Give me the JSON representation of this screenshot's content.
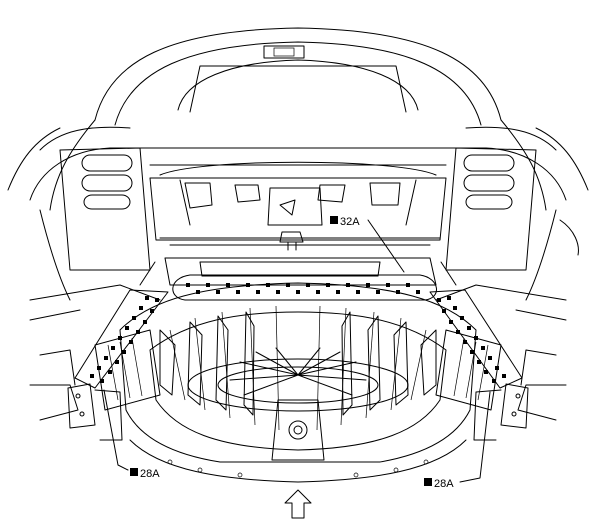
{
  "callouts": [
    {
      "id": "top",
      "label": "32A"
    },
    {
      "id": "left",
      "label": "28A"
    },
    {
      "id": "right",
      "label": "28A"
    }
  ],
  "view_arrow_icon": "up-arrow-icon",
  "colors": {
    "line": "#000000",
    "background": "#ffffff"
  }
}
